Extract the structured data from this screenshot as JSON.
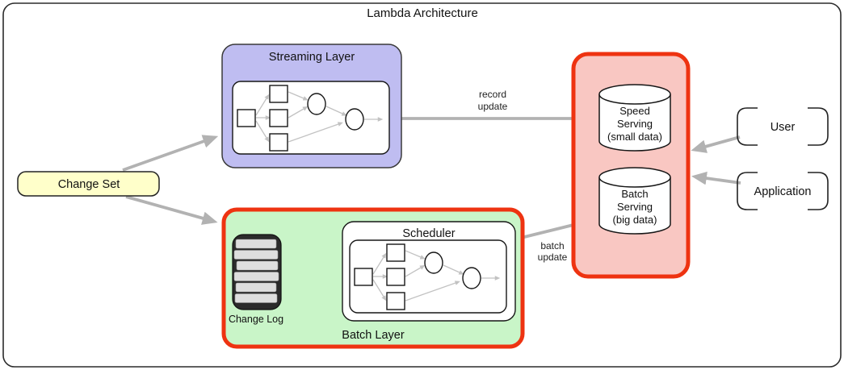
{
  "title": "Lambda Architecture",
  "colors": {
    "streaming_fill": "#bfbdf1",
    "batch_fill": "#c9f5c8",
    "serving_fill": "#f9c7c2",
    "highlight_border": "#ee3311",
    "change_set_fill": "#ffffca",
    "arrow_gray": "#b2b2b2",
    "flow_arrow_gray": "#c2c2c2"
  },
  "nodes": {
    "change_set": {
      "label": "Change Set"
    },
    "streaming_layer": {
      "label": "Streaming Layer"
    },
    "batch_layer": {
      "label": "Batch Layer"
    },
    "scheduler": {
      "label": "Scheduler"
    },
    "change_log": {
      "label": "Change Log",
      "icon": "log-stack-icon"
    },
    "speed_serving": {
      "lines": [
        "Speed",
        "Serving",
        "(small data)"
      ]
    },
    "batch_serving": {
      "lines": [
        "Batch",
        "Serving",
        "(big data)"
      ]
    },
    "user": {
      "label": "User"
    },
    "application": {
      "label": "Application"
    }
  },
  "edges": {
    "record_update": {
      "label_lines": [
        "record",
        "update"
      ]
    },
    "batch_update": {
      "label_lines": [
        "batch",
        "update"
      ]
    }
  }
}
